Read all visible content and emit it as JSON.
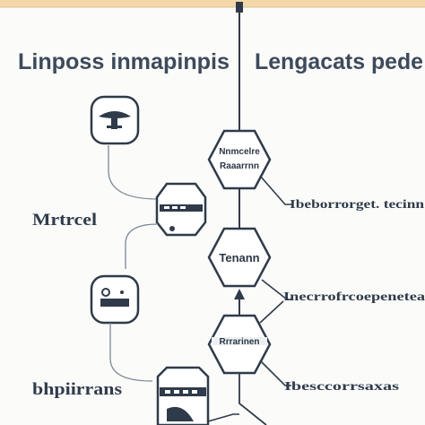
{
  "colors": {
    "top_band": "#f4d8a8",
    "ink": "#2f3b4a",
    "connector": "#7c8796",
    "node_fill": "#ffffff",
    "node_band": "#eef1f4"
  },
  "headings": {
    "left": "Linposs inmapinpis",
    "right": "Lengacats pede"
  },
  "side_labels": {
    "upper": "Mrtrcel",
    "lower": "bhpiirrans"
  },
  "nodes": {
    "hex_top": {
      "line1": "Nnmcelre",
      "line2": "Raaarrnn"
    },
    "hex_middle": {
      "label": "Tenann"
    },
    "hex_lower": {
      "label": "Rrrarinen"
    }
  },
  "annotations": {
    "a1": "Ibeborrorget. tecinn",
    "a2": "Inecrrofrcoepenetea",
    "a3": "Ibesccorrsaxas"
  },
  "icons": {
    "left_top": "hat-icon",
    "left_bottom": "device-icon",
    "middle_top": "lantern-icon",
    "bottom": "shield-icon"
  }
}
